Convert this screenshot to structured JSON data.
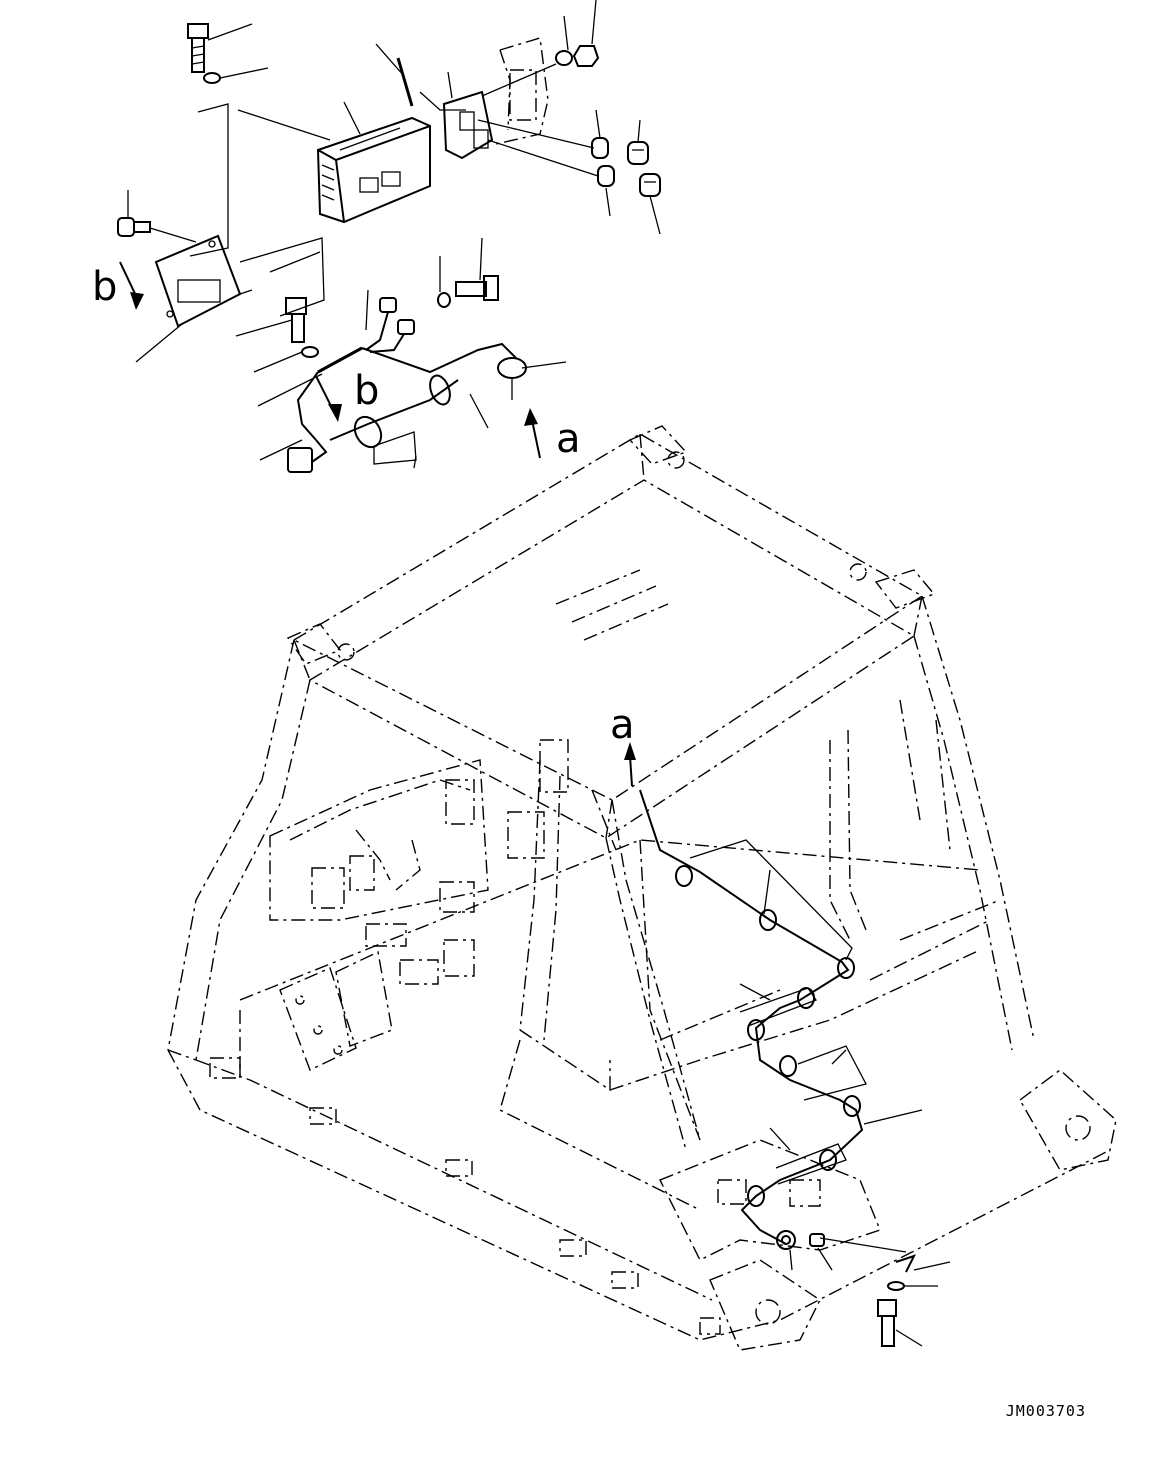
{
  "labels": {
    "view_a_top": "a",
    "view_a_cab": "a",
    "view_b_left": "b",
    "view_b_mid": "b"
  },
  "drawing_id": "JM003703"
}
